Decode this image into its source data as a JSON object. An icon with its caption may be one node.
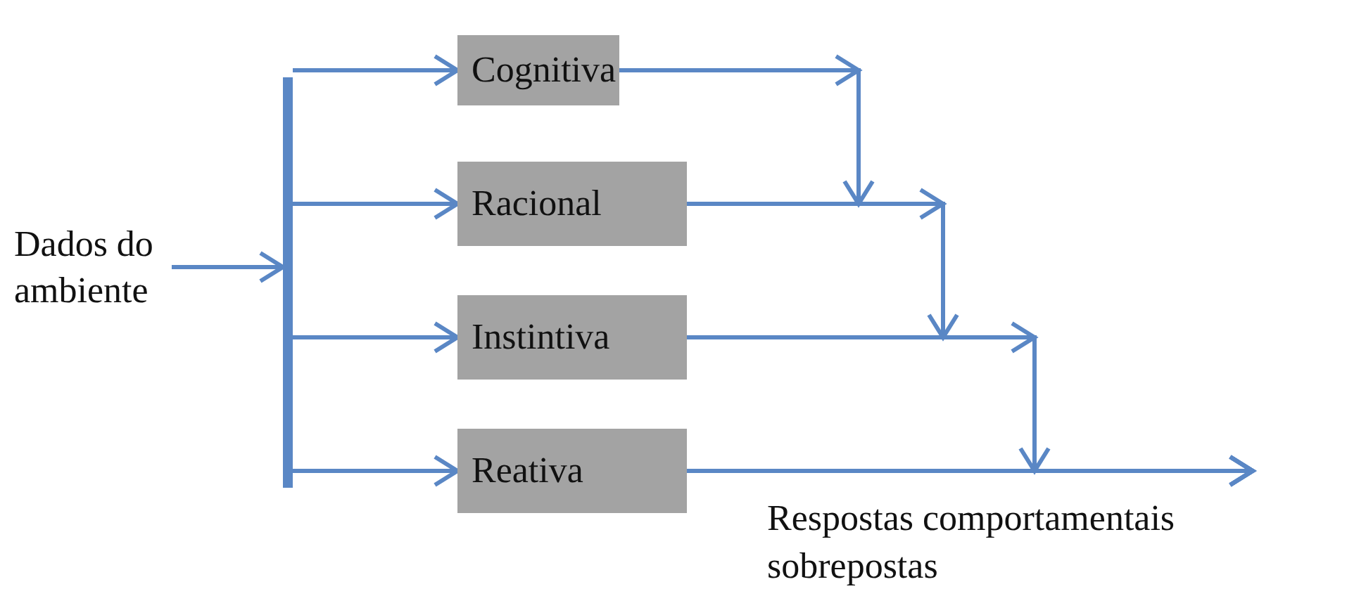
{
  "diagram": {
    "nodes": [
      {
        "text": [
          "Dados do ambiente"
        ]
      },
      {
        "text": [],
        "shape": "bar"
      },
      {
        "text": [
          "Cognitiva"
        ]
      },
      {
        "text": [
          "Racional"
        ]
      },
      {
        "text": [
          "Instintiva"
        ]
      },
      {
        "text": [
          "Reativa"
        ]
      }
    ],
    "edges": [
      {
        "from": 0,
        "to": 1,
        "arrow": "to"
      },
      {
        "from": 1,
        "to": 2,
        "arrow": "to"
      },
      {
        "from": 1,
        "to": 3,
        "arrow": "to"
      },
      {
        "from": 1,
        "to": 4,
        "arrow": "to"
      },
      {
        "from": 1,
        "to": 5,
        "arrow": "to"
      },
      {
        "from": 2,
        "to": null,
        "arrow": "to"
      },
      {
        "from": 3,
        "to": null,
        "arrow": "to"
      },
      {
        "from": 4,
        "to": null,
        "arrow": "to"
      },
      {
        "from": 5,
        "to": null,
        "arrow": "to"
      }
    ],
    "labels": [
      "Respostas comportamentais sobrepostas"
    ]
  }
}
